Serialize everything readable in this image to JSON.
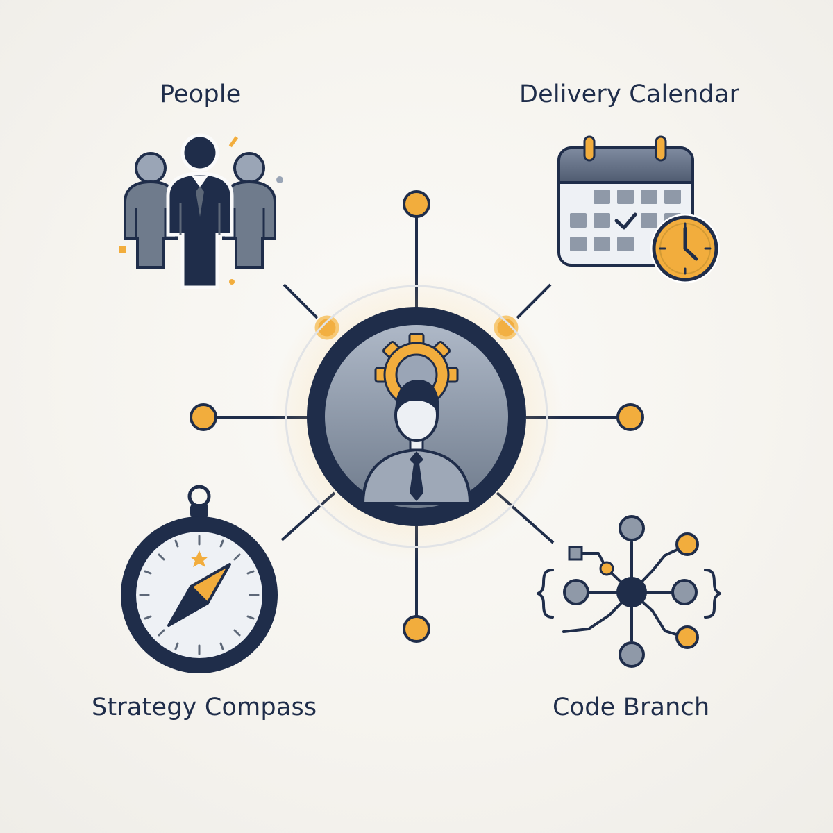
{
  "labels": {
    "people": "People",
    "calendar": "Delivery Calendar",
    "compass": "Strategy Compass",
    "branch": "Code Branch"
  },
  "colors": {
    "navy": "#1f2d4a",
    "slate": "#5d6878",
    "accent": "#f2ad3d",
    "light": "#eef1f5"
  },
  "icons": {
    "center": "manager-with-gear-icon",
    "people": "people-group-icon",
    "calendar": "calendar-clock-icon",
    "compass": "compass-icon",
    "branch": "code-branch-icon"
  }
}
